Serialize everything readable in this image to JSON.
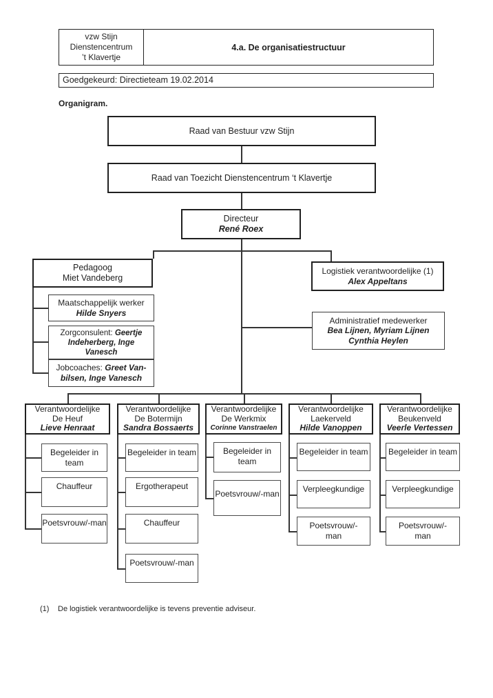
{
  "colors": {
    "paper": "#ffffff",
    "ink": "#1f1f1f"
  },
  "header": {
    "org_lines": [
      "vzw Stijn",
      "Dienstencentrum",
      "’t Klavertje"
    ],
    "doc_title": "4.a. De organisatiestructuur",
    "approval": "Goedgekeurd: Directieteam 19.02.2014"
  },
  "section_title": "Organigram.",
  "chart": {
    "raad_bestuur": "Raad van Bestuur vzw Stijn",
    "raad_toezicht": "Raad van Toezicht Dienstencentrum ‘t Klavertje",
    "directeur": {
      "role": "Directeur",
      "name": "René Roex"
    },
    "pedagoog": {
      "role": "Pedagoog",
      "name": "Miet Vandeberg"
    },
    "logistiek": {
      "role": "Logistiek verantwoordelijke (1)",
      "name": "Alex Appeltans"
    },
    "maatschappelijk_werker": {
      "role": "Maatschappelijk werker",
      "name": "Hilde Snyers"
    },
    "zorgconsulent": {
      "label": "Zorgconsulent:",
      "names": "Geertje Indeherberg, Inge Vanesch"
    },
    "jobcoaches": {
      "label": "Jobcoaches:",
      "names": "Greet Van-bilsen, Inge Vanesch"
    },
    "administratief": {
      "role": "Administratief medewerker",
      "names_line1": "Bea Lijnen, Myriam Lijnen",
      "names_line2": "Cynthia Heylen"
    },
    "teams": [
      {
        "role": "Verantwoordelijke",
        "unit": "De Heuf",
        "name": "Lieve Henraat",
        "sub": [
          "Begeleider in team",
          "Chauffeur",
          "Poetsvrouw/-man"
        ]
      },
      {
        "role": "Verantwoordelijke",
        "unit": "De Botermijn",
        "name": "Sandra Bossaerts",
        "sub": [
          "Begeleider in team",
          "Ergotherapeut",
          "Chauffeur",
          "Poetsvrouw/-man"
        ]
      },
      {
        "role": "Verantwoordelijke",
        "unit": "De Werkmix",
        "name": "Corinne Vanstraelen",
        "sub": [
          "Begeleider in team",
          "Poetsvrouw/-man"
        ]
      },
      {
        "role": "Verantwoordelijke",
        "unit": "Laekerveld",
        "name": "Hilde Vanoppen",
        "sub": [
          "Begeleider in team",
          "Verpleegkundige",
          "Poetsvrouw/-man"
        ]
      },
      {
        "role": "Verantwoordelijke",
        "unit": "Beukenveld",
        "name": "Veerle Vertessen",
        "sub": [
          "Begeleider in team",
          "Verpleegkundige",
          "Poetsvrouw/-man"
        ]
      }
    ]
  },
  "footnote": {
    "marker": "(1)",
    "text": "De logistiek verantwoordelijke is tevens preventie adviseur."
  }
}
